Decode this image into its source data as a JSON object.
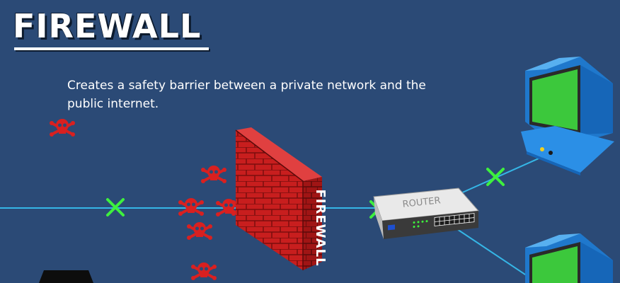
{
  "header": {
    "title": "FIREWALL",
    "description": "Creates a safety barrier between a private network and the public internet."
  },
  "diagram": {
    "wall_label": "FIREWALL",
    "router_label": "ROUTER",
    "icons": [
      "skull-crossbones-icon",
      "blocked-x-icon",
      "computer-icon",
      "router-icon",
      "brick-wall-icon"
    ]
  },
  "colors": {
    "background": "#2b4a76",
    "link_line": "#35b6e6",
    "wall_red": "#c81e1e",
    "skull_red": "#d92020",
    "x_green": "#3ef03e",
    "computer_blue": "#2b8fe6",
    "screen_green": "#3cc83c"
  }
}
